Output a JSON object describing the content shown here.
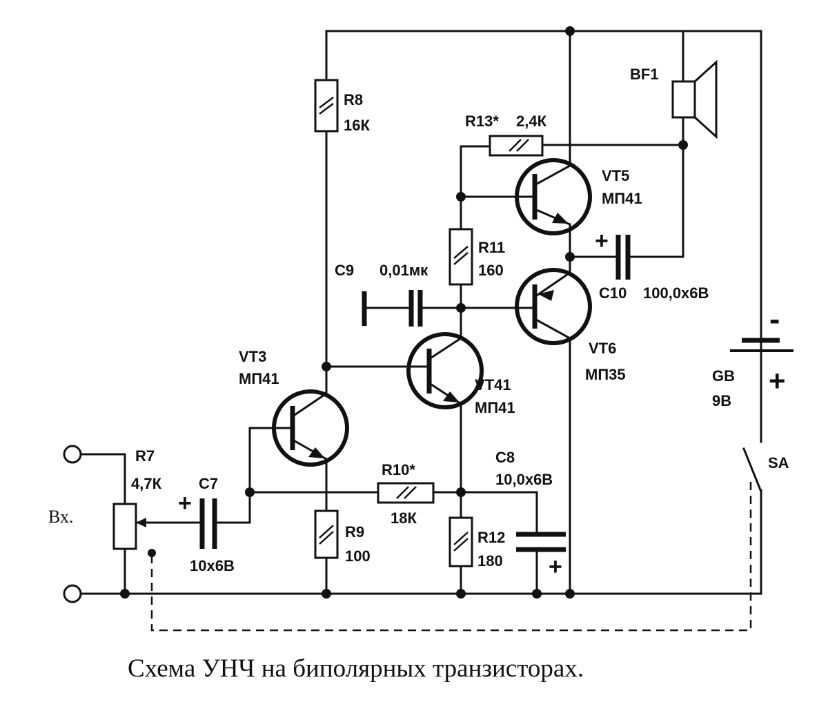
{
  "caption": "Схема УНЧ на биполярных транзисторах.",
  "input_label": "Вх.",
  "components": {
    "r7": {
      "ref": "R7",
      "value": "4,7К"
    },
    "c7": {
      "ref": "C7",
      "value": "10х6В"
    },
    "vt3": {
      "ref": "VT3",
      "type": "МП41"
    },
    "r8": {
      "ref": "R8",
      "value": "16К"
    },
    "r9": {
      "ref": "R9",
      "value": "100"
    },
    "r10": {
      "ref": "R10*",
      "value": "18К"
    },
    "c9": {
      "ref": "C9",
      "value": "0,01мк"
    },
    "r11": {
      "ref": "R11",
      "value": "160"
    },
    "vt4": {
      "ref": "VT41",
      "type": "МП41"
    },
    "r12": {
      "ref": "R12",
      "value": "180"
    },
    "c8": {
      "ref": "C8",
      "value": "10,0х6В"
    },
    "r13": {
      "ref": "R13*",
      "value": "2,4К"
    },
    "vt5": {
      "ref": "VT5",
      "type": "МП41"
    },
    "vt6": {
      "ref": "VT6",
      "type": "МП35"
    },
    "c10": {
      "ref": "C10",
      "value": "100,0х6В"
    },
    "bf1": {
      "ref": "BF1"
    },
    "gb": {
      "ref": "GB",
      "value": "9В"
    },
    "sa": {
      "ref": "SA"
    }
  },
  "signs": {
    "plus": "+",
    "minus": "-"
  }
}
